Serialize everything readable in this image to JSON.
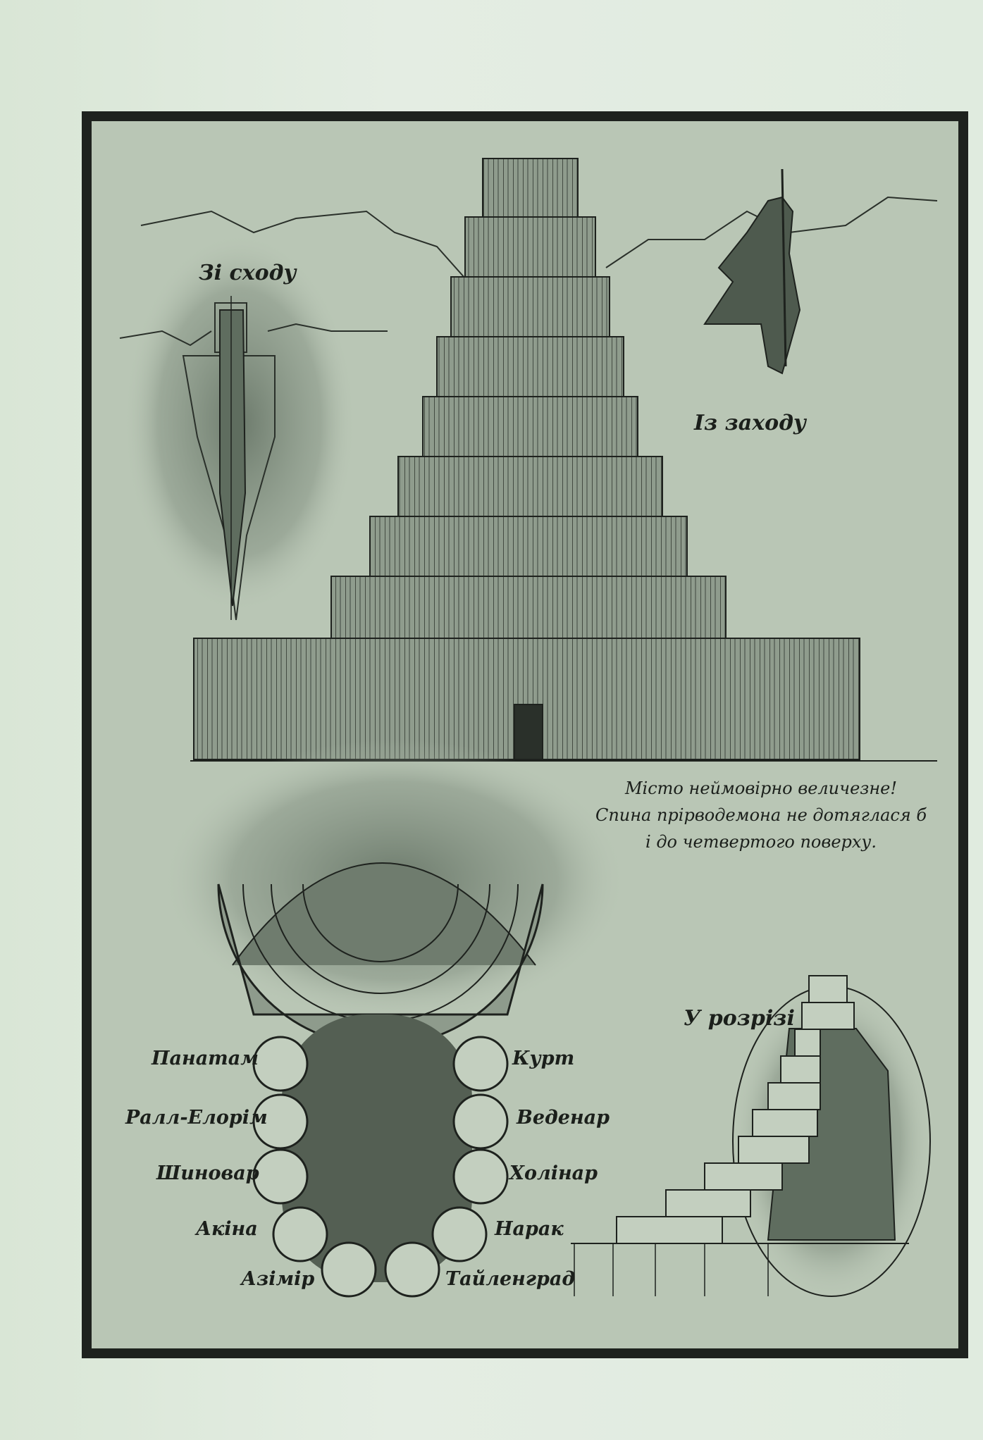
{
  "labels": {
    "east": "Зі сходу",
    "west": "Із заходу",
    "cross_section": "У розрізі"
  },
  "note": {
    "line1": "Місто неймовірно величезне!",
    "line2": "Спина прірводемона не дотяглася б",
    "line3": "і до четвертого поверху."
  },
  "cities_left": [
    "Панатам",
    "Ралл-Елорім",
    "Шиновар",
    "Акіна",
    "Азімір"
  ],
  "cities_right": [
    "Курт",
    "Веденар",
    "Холінар",
    "Нарак",
    "Тайленград"
  ],
  "colors": {
    "paper": "#dfe9de",
    "frame": "#1e221e",
    "panel": "#b9c6b5",
    "ink": "#1b1f1b"
  }
}
